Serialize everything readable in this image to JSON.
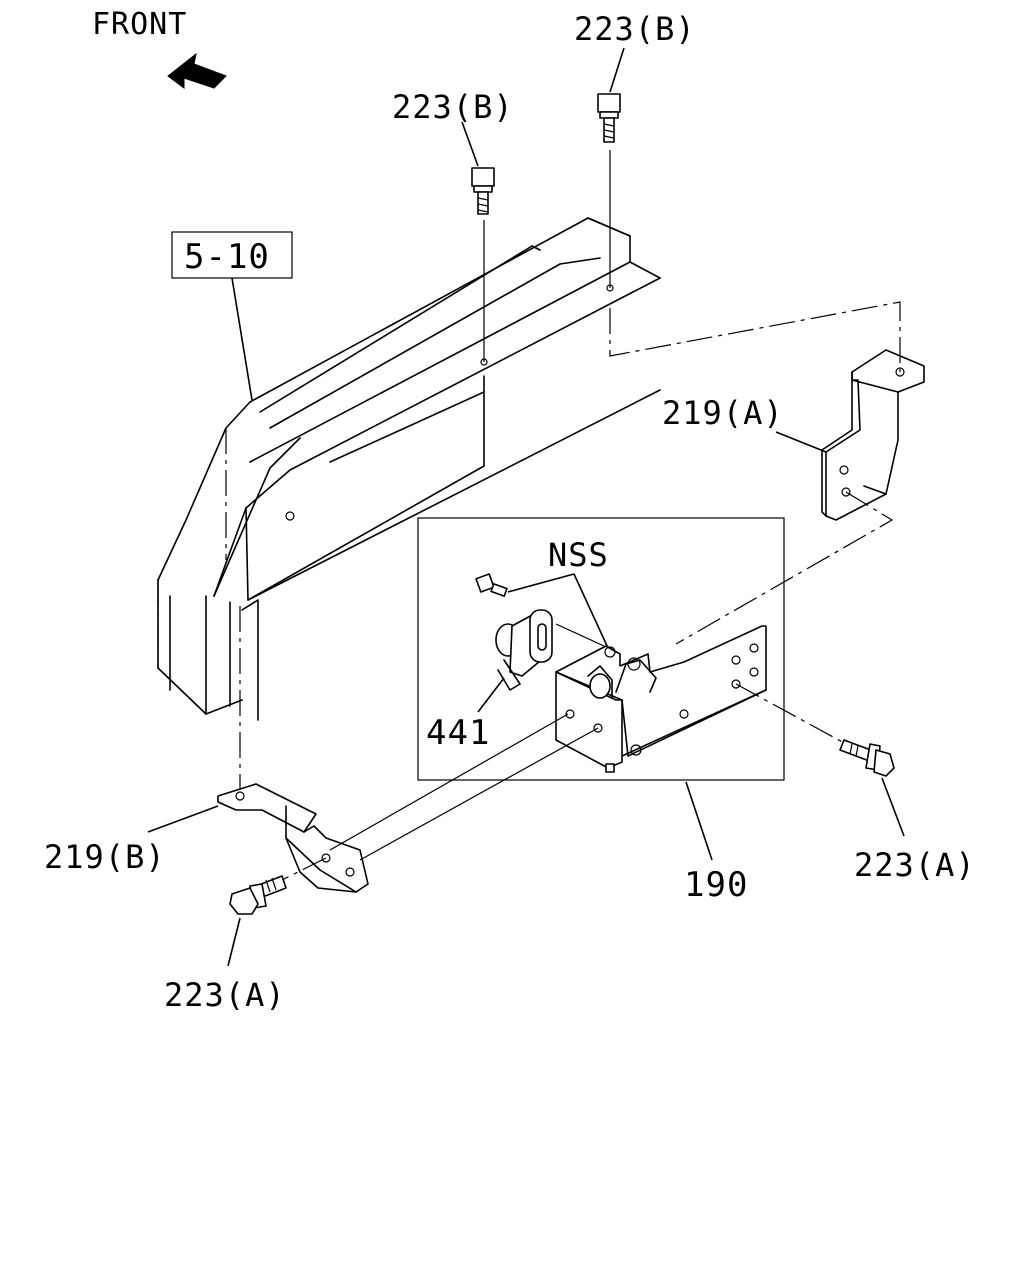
{
  "labels": {
    "front": "FRONT",
    "bolt_b_right": "223(B)",
    "bolt_b_left": "223(B)",
    "ref_box": "5-10",
    "bracket_a": "219(A)",
    "nss": "NSS",
    "switch": "441",
    "bracket_b": "219(B)",
    "bolt_a_right": "223(A)",
    "bolt_a_left": "223(A)",
    "assembly": "190"
  },
  "icons": {
    "front_arrow": "arrow-left-icon"
  }
}
